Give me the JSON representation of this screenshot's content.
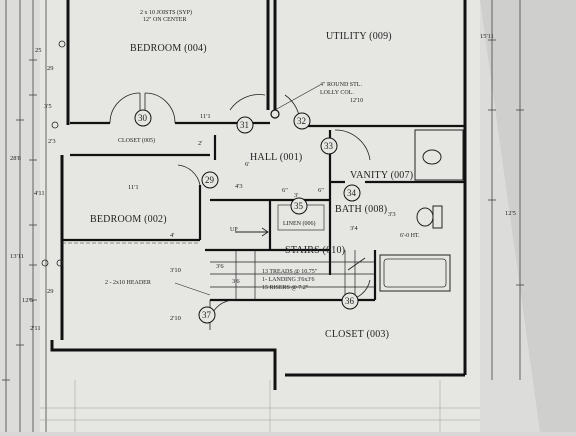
{
  "rooms": {
    "bedroom_004": "BEDROOM (004)",
    "utility_009": "UTILITY (009)",
    "closet_005": "CLOSET (005)",
    "hall_001": "HALL (001)",
    "vanity_007": "VANITY (007)",
    "bedroom_002": "BEDROOM (002)",
    "linen_006": "LINEN (006)",
    "bath_008": "BATH (008)",
    "stairs_010": "STAIRS (010)",
    "closet_003": "CLOSET (003)"
  },
  "door_tags": [
    "30",
    "31",
    "32",
    "33",
    "29",
    "35",
    "34",
    "36",
    "37"
  ],
  "notes": {
    "joists_1": "2 x 10 JOISTS (SYP)",
    "joists_2": "12\" ON CENTER",
    "lolly_1": "4\" ROUND STL.",
    "lolly_2": "LOLLY COL.",
    "lolly_dim": "12'10",
    "header": "2 - 2x10 HEADER",
    "stairs_1": "13 TREADS @ 10.75\"",
    "stairs_2": "1- LANDING 3'6x3'6",
    "stairs_3": "15 RISERS @ 7.2\"",
    "up": "UP",
    "ht": "6'-0 HT."
  },
  "dimensions": {
    "d_11_1": "11'1",
    "d_11_2": "11'1",
    "d_6": "6'",
    "d_4_3": "4'3",
    "d_3": "3'",
    "d_6b": "6\"",
    "d_6c": "6\"",
    "d_3_4": "3'4",
    "d_3_10": "3'10",
    "d_3_6a": "3'6",
    "d_3_6b": "3'6",
    "d_2_10": "2'10",
    "d_4": "4'",
    "d_2": "2'",
    "d_3_3": "3'3",
    "d_12_5": "12'5",
    "d_15_11": "15'11",
    "left_25": "25",
    "left_28_8": "28'8",
    "left_13_11": "13'11",
    "left_4_11": "4'11",
    "left_2_11": "2'11",
    "left_3_5": "3'5",
    "left_29a": "29",
    "left_29b": "29",
    "left_12_5": "12'5",
    "left_2_3": "2'3"
  }
}
